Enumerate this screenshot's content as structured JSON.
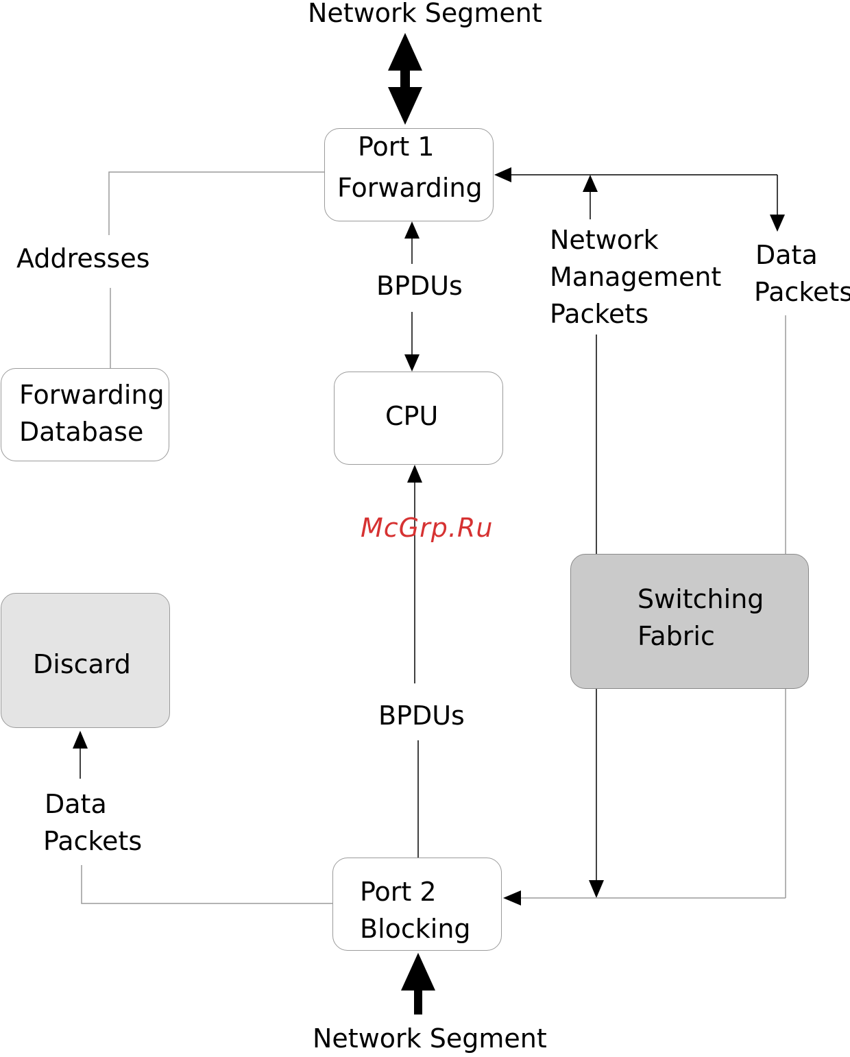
{
  "top_segment": "Network Segment",
  "bottom_segment": "Network Segment",
  "port1": {
    "line1": "Port 1",
    "line2": "Forwarding"
  },
  "port2": {
    "line1": "Port 2",
    "line2": "Blocking"
  },
  "cpu": "CPU",
  "fdb": {
    "line1": "Forwarding",
    "line2": "Database"
  },
  "discard": "Discard",
  "switching": {
    "line1": "Switching",
    "line2": "Fabric"
  },
  "addresses": "Addresses",
  "bpdus_top": "BPDUs",
  "bpdus_bottom": "BPDUs",
  "netmgmt": {
    "line1": "Network",
    "line2": "Management",
    "line3": "Packets"
  },
  "data_right": {
    "line1": "Data",
    "line2": "Packets"
  },
  "data_left": {
    "line1": "Data",
    "line2": "Packets"
  },
  "watermark": "McGrp.Ru",
  "colors": {
    "watermark": "#d63232",
    "switching_fill": "#cacaca",
    "discard_fill": "#e4e4e4"
  }
}
